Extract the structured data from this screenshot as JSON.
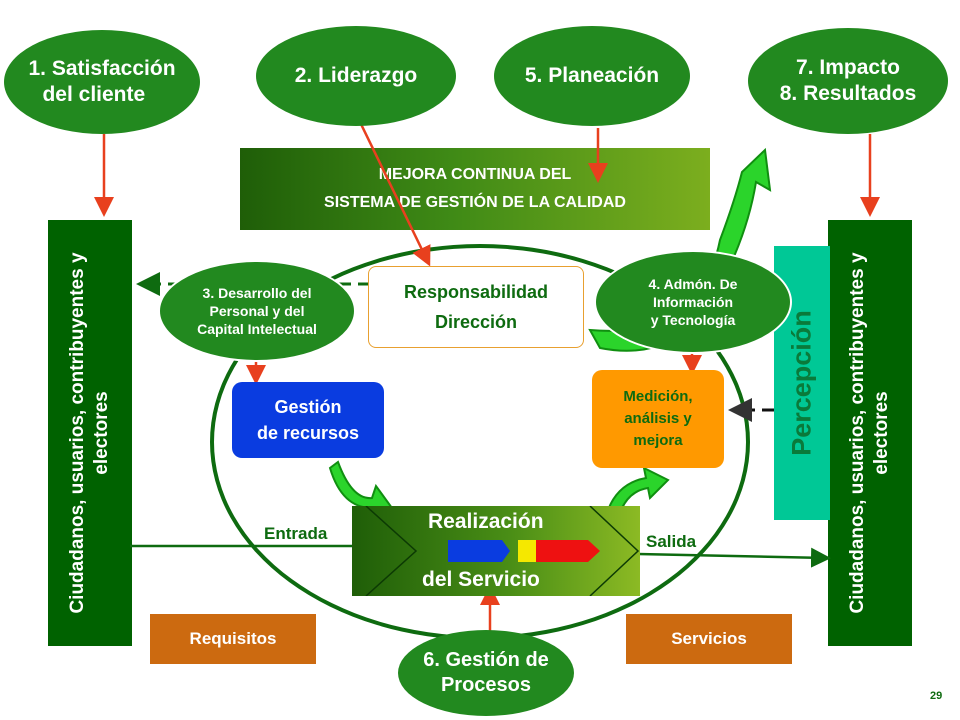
{
  "ovals": {
    "satisfaccion": {
      "line1": "1.   Satisfacción",
      "line2": "del cliente"
    },
    "liderazgo": "2. Liderazgo",
    "planeacion": "5. Planeación",
    "impacto": {
      "line1": "7. Impacto",
      "line2": "8. Resultados"
    },
    "desarrollo": {
      "line1": "3. Desarrollo del",
      "line2": "Personal y del",
      "line3": "Capital Intelectual"
    },
    "informacion": {
      "line1": "4. Admón. De",
      "line2": "Información",
      "line3": "y Tecnología"
    },
    "procesos": {
      "line1": "6. Gestión de",
      "line2": "Procesos"
    }
  },
  "mejora": {
    "line1": "MEJORA CONTINUA DEL",
    "line2": "SISTEMA DE GESTIÓN DE LA CALIDAD"
  },
  "side_bars": {
    "left": {
      "line1": "Ciudadanos, usuarios, contribuyentes y",
      "line2": "electores"
    },
    "right": {
      "line1": "Ciudadanos, usuarios, contribuyentes y",
      "line2": "electores"
    }
  },
  "percepcion": "Percepción",
  "responsabilidad": {
    "line1": "Responsabilidad",
    "line2": "Dirección"
  },
  "gestion_recursos": {
    "line1": "Gestión",
    "line2": "de recursos"
  },
  "medicion": {
    "line1": "Medición,",
    "line2": "análisis y",
    "line3": "mejora"
  },
  "realizacion": {
    "line1": "Realización",
    "line2": "del Servicio"
  },
  "entrada": "Entrada",
  "salida": "Salida",
  "requisitos": "Requisitos",
  "servicios": "Servicios",
  "page_number": "29",
  "colors": {
    "oval_green": "#22891f",
    "dark_green": "#006200",
    "teal": "#00c896",
    "blue": "#0a3ce0",
    "orange": "#ff9900",
    "brown": "#cc6a10",
    "arrow_red": "#e8401e",
    "arrow_green": "#2bd42b"
  }
}
